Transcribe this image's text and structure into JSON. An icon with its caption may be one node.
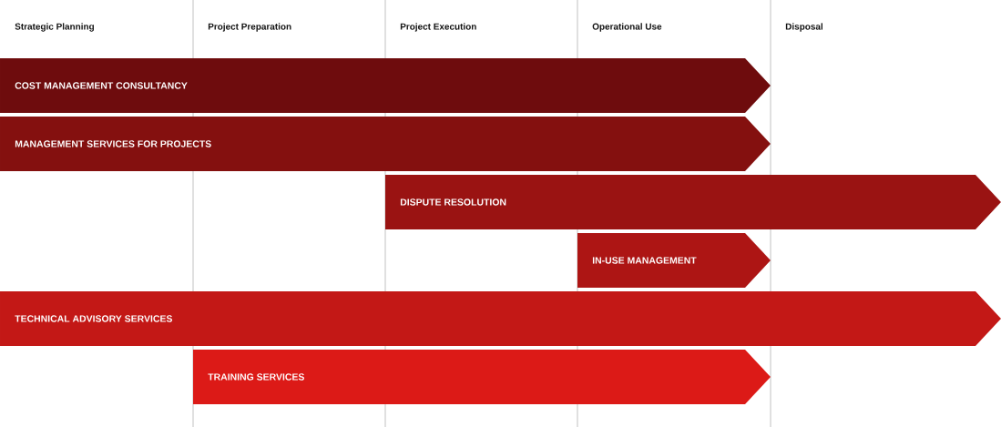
{
  "diagram": {
    "nodes": [
      {
        "text": [
          "COST MANAGEMENT CONSULTANCY"
        ]
      },
      {
        "text": [
          "MANAGEMENT SERVICES FOR PROJECTS"
        ]
      },
      {
        "text": [
          "DISPUTE RESOLUTION"
        ]
      },
      {
        "text": [
          "IN-USE MANAGEMENT"
        ]
      },
      {
        "text": [
          "TECHNICAL ADVISORY SERVICES"
        ]
      },
      {
        "text": [
          "TRAINING SERVICES"
        ]
      }
    ],
    "labels": [
      "Strategic Planning",
      "Project Preparation",
      "Project Execution",
      "Operational Use",
      "Disposal"
    ]
  }
}
